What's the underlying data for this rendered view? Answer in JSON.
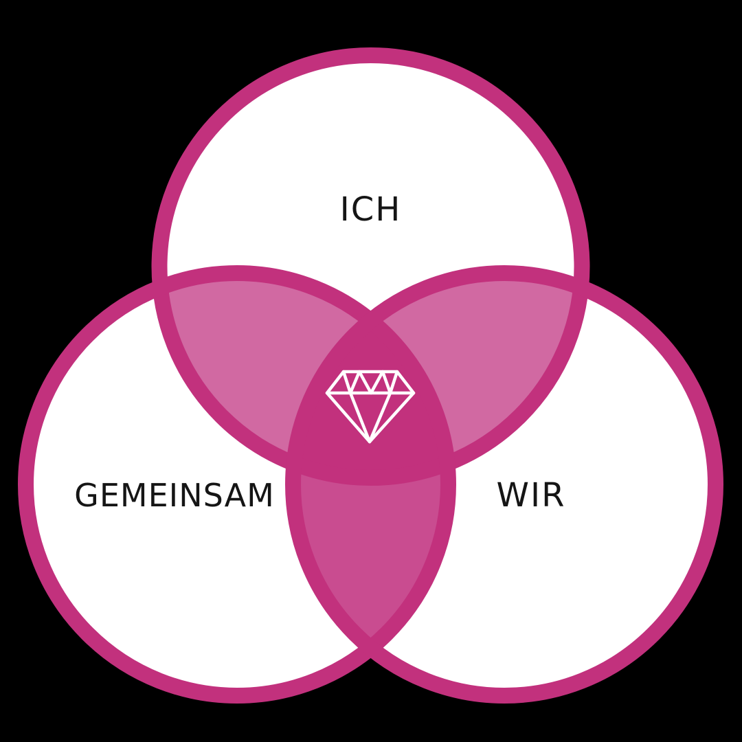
{
  "page": {
    "background": "#000000"
  },
  "venn": {
    "description": "Three-circle Venn diagram with diamond icon in triple intersection",
    "labels": {
      "top": "ICH",
      "bottom_left": "GEMEINSAM",
      "bottom_right": "WIR"
    },
    "center_icon": "diamond-icon",
    "colors": {
      "stroke": "#C2317D",
      "circle_fill": "#FFFFFF",
      "overlap_side": "#D169A2",
      "overlap_bottom": "#C94C90",
      "overlap_center": "#C2317D",
      "label": "#151515",
      "icon_stroke": "#FFFFFF"
    }
  }
}
